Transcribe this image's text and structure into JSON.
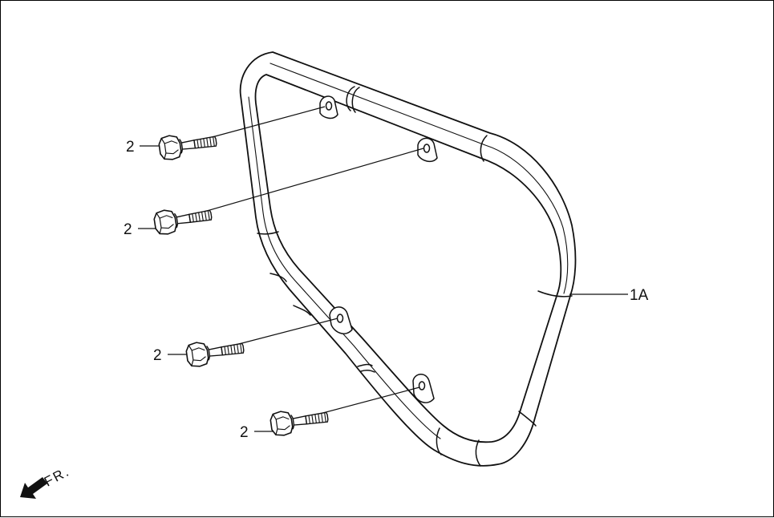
{
  "parts": {
    "guard_callout": "1A",
    "bolt_callouts": [
      "2",
      "2",
      "2",
      "2"
    ]
  },
  "direction_indicator": {
    "label": "FR."
  },
  "colors": {
    "line": "#111111",
    "background": "#ffffff"
  }
}
